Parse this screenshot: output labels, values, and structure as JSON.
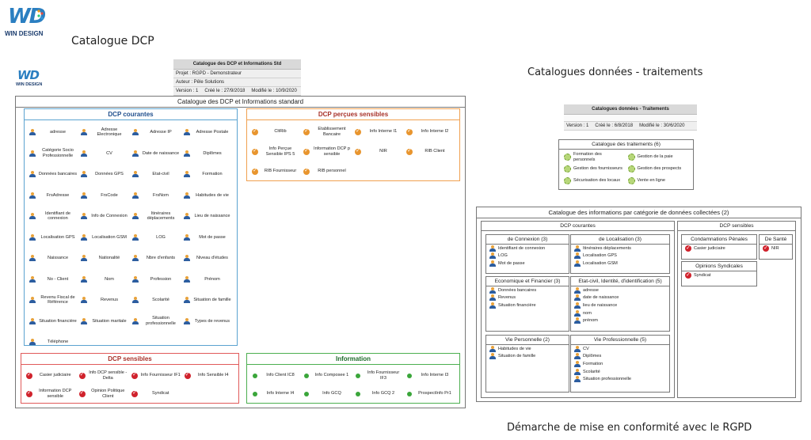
{
  "logos": {
    "top_brand": "WIN DESIGN",
    "mark": "WD",
    "small_brand": "WIN DESIGN"
  },
  "headings": {
    "catalogue_dcp": "Catalogue DCP",
    "catalogues_donnees": "Catalogues données - traitements",
    "demarche": "Démarche de mise en conformité avec le RGPD"
  },
  "dcp_info": {
    "title": "Catalogue des DCP et Informations Std",
    "projet": "Projet : RGPD - Demonstrateur",
    "auteur": "Auteur : Pêle Solutions",
    "version": "Version : 1",
    "cree": "Créé le : 27/9/2018",
    "modifie": "Modifié le : 10/9/2020"
  },
  "catalogue": {
    "title": "Catalogue des DCP et Informations standard",
    "courantes": {
      "title": "DCP courantes",
      "items": [
        "adresse",
        "Adresse Electronique",
        "Adresse IP",
        "Adresse Postale",
        "Catégorie Socio Professionnelle",
        "CV",
        "Date de naissance",
        "Diplômes",
        "Données bancaires",
        "Données GPS",
        "Etat-civil",
        "Formation",
        "FrsAdresse",
        "FrsCode",
        "FrsNom",
        "Habitudes de vie",
        "Identifiant de connexion",
        "Info de Connexion",
        "Itinéraires déplacements",
        "Lieu de naissance",
        "Localisation GPS",
        "Localisation GSM",
        "LOG",
        "Mot de passe",
        "Naissance",
        "Nationalité",
        "Nbre d'enfants",
        "Niveau d'études",
        "No - Client",
        "Nom",
        "Profession",
        "Prénom",
        "Revenu Fiscal de Référence",
        "Revenus",
        "Scolarité",
        "Situation de famille",
        "Situation financière",
        "Situation maritale",
        "Situation professionnelle",
        "Types de revenus",
        "Téléphone"
      ]
    },
    "percues": {
      "title": "DCP perçues sensibles",
      "items": [
        "CltRib",
        "Etablissement Bancaire",
        "Info Interne I1",
        "Info Interne I2",
        "Info Perçue Sensible IPS 5",
        "Information DCP p sensible",
        "NIR",
        "RIB Client",
        "RIB Fournisseur",
        "RIB personnel"
      ]
    },
    "sensibles": {
      "title": "DCP sensibles",
      "items": [
        "Casier judiciaire",
        "Info DCP sensible - Delta",
        "Info Fournisseur IF1",
        "Info Sensible I4",
        "Information DCP sensible",
        "Opinion Politique Client",
        "Syndicat"
      ]
    },
    "information": {
      "title": "Information",
      "items": [
        "Info Client IC8",
        "Info Composee 1",
        "Info Fournisseur IF3",
        "Info Interne I3",
        "Info Interne I4",
        "Info GCQ",
        "Info GCQ 2",
        "ProspectInfo Pr1"
      ]
    }
  },
  "traitements_info": {
    "title": "Catalogues données - Traitements",
    "version": "Version : 1",
    "cree": "Créé le : 6/8/2018",
    "modifie": "Modifié le : 30/6/2020"
  },
  "traitements": {
    "title": "Catalogue des traitements (6)",
    "items": [
      "Formation des personnels",
      "Gestion de la paie",
      "Gestion des fournisseurs",
      "Gestion des prospects",
      "Sécurisation des locaux",
      "Vente en ligne"
    ]
  },
  "infos_cat": {
    "title": "Catalogue des informations par catégorie de données collectées (2)",
    "courantes": {
      "title": "DCP courantes",
      "connexion": {
        "title": "de Connexion (3)",
        "items": [
          "Identifiant de connexion",
          "LOG",
          "Mot de passe"
        ]
      },
      "localisation": {
        "title": "de Localisation (3)",
        "items": [
          "Itinéraires déplacements",
          "Localisation GPS",
          "Localisation GSM"
        ]
      },
      "eco": {
        "title": "Economique et Financier (3)",
        "items": [
          "Données bancaires",
          "Revenus",
          "Situation financière"
        ]
      },
      "etat": {
        "title": "Etat-civil, Identité, d'identification (5)",
        "items": [
          "adresse",
          "date de naissance",
          "lieu de naissance",
          "nom",
          "prénom"
        ]
      },
      "perso": {
        "title": "Vie Personnelle (2)",
        "items": [
          "Habitudes de vie",
          "Situation de famille"
        ]
      },
      "pro": {
        "title": "Vie Professionnelle (5)",
        "items": [
          "CV",
          "Diplômes",
          "Formation",
          "Scolarité",
          "Situation professionnelle"
        ]
      }
    },
    "sensibles": {
      "title": "DCP sensibles",
      "penales": {
        "title": "Condamnations Pénales",
        "items": [
          "Casier judiciaire"
        ]
      },
      "sante": {
        "title": "De Santé",
        "items": [
          "NIR"
        ]
      },
      "syndicales": {
        "title": "Opinions Syndicales",
        "items": [
          "Syndicat"
        ]
      }
    }
  },
  "colors": {
    "courantes": "#5ba3d0",
    "percues": "#f0a050",
    "sensibles": "#e05a5a",
    "information": "#4caf50"
  }
}
